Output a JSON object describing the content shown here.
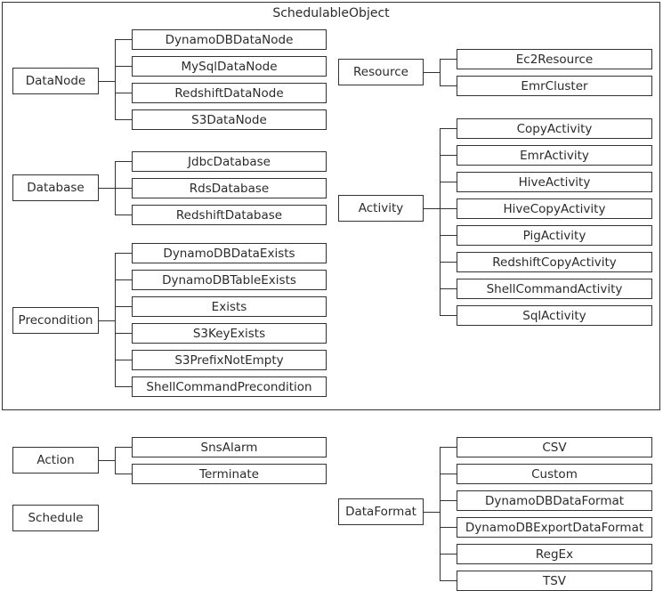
{
  "diagram": {
    "title": "SchedulableObject",
    "colors": {
      "line": "#333333",
      "text": "#2b2b2b",
      "background": "#ffffff"
    },
    "groups": [
      {
        "parent": "DataNode",
        "children": [
          "DynamoDBDataNode",
          "MySqlDataNode",
          "RedshiftDataNode",
          "S3DataNode"
        ]
      },
      {
        "parent": "Database",
        "children": [
          "JdbcDatabase",
          "RdsDatabase",
          "RedshiftDatabase"
        ]
      },
      {
        "parent": "Precondition",
        "children": [
          "DynamoDBDataExists",
          "DynamoDBTableExists",
          "Exists",
          "S3KeyExists",
          "S3PrefixNotEmpty",
          "ShellCommandPrecondition"
        ]
      },
      {
        "parent": "Resource",
        "children": [
          "Ec2Resource",
          "EmrCluster"
        ]
      },
      {
        "parent": "Activity",
        "children": [
          "CopyActivity",
          "EmrActivity",
          "HiveActivity",
          "HiveCopyActivity",
          "PigActivity",
          "RedshiftCopyActivity",
          "ShellCommandActivity",
          "SqlActivity"
        ]
      },
      {
        "parent": "Action",
        "children": [
          "SnsAlarm",
          "Terminate"
        ]
      },
      {
        "parent": "Schedule",
        "children": []
      },
      {
        "parent": "DataFormat",
        "children": [
          "CSV",
          "Custom",
          "DynamoDBDataFormat",
          "DynamoDBExportDataFormat",
          "RegEx",
          "TSV"
        ]
      }
    ]
  }
}
